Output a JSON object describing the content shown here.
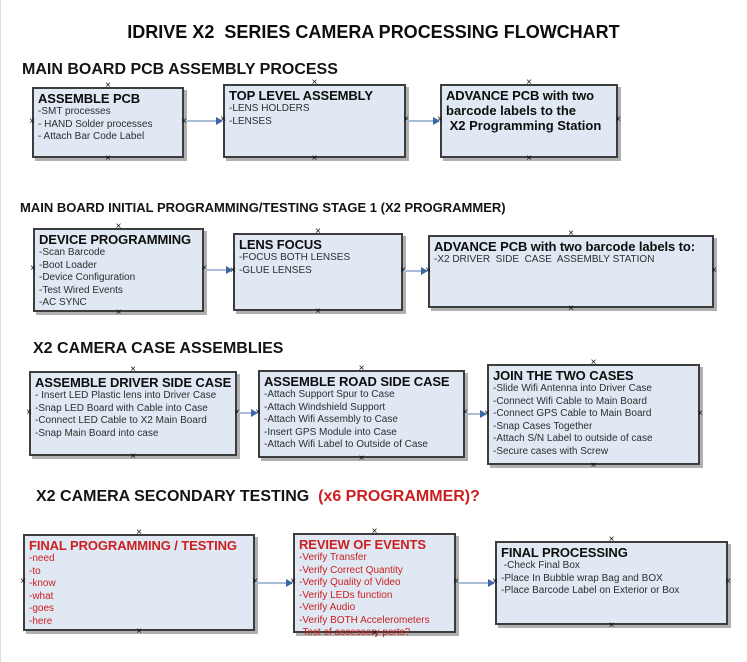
{
  "page_title": "IDRIVE X2  SERIES CAMERA PROCESSING FLOWCHART",
  "colors": {
    "box_fill": "#dfe8f3",
    "box_border": "#3d3d3d",
    "box_shadow": "#b0b0b0",
    "accent_red": "#cc1f1f",
    "arrow_line": "#a9bdd6",
    "arrow_head": "#3c66a4"
  },
  "sections": [
    {
      "heading": {
        "text": "MAIN BOARD PCB ASSEMBLY PROCESS"
      },
      "boxes": [
        {
          "title": "ASSEMBLE PCB",
          "lines": [
            "-SMT processes",
            "- HAND Solder processes",
            "- Attach Bar Code Label"
          ]
        },
        {
          "title": "TOP LEVEL ASSEMBLY",
          "lines": [
            "-LENS HOLDERS",
            "-LENSES"
          ]
        },
        {
          "title": "ADVANCE PCB with two",
          "lines": [
            "barcode labels to the",
            " X2 Programming Station"
          ]
        }
      ]
    },
    {
      "heading": {
        "text": "MAIN BOARD INITIAL PROGRAMMING/TESTING STAGE 1 (X2 PROGRAMMER)"
      },
      "boxes": [
        {
          "title": "DEVICE PROGRAMMING",
          "lines": [
            "-Scan Barcode",
            "-Boot Loader",
            "-Device Configuration",
            "-Test Wired Events",
            "-AC SYNC"
          ]
        },
        {
          "title": "LENS FOCUS",
          "lines": [
            "-FOCUS BOTH LENSES",
            "-GLUE LENSES"
          ]
        },
        {
          "title": "ADVANCE PCB with two barcode labels to:",
          "lines": [
            "-X2 DRIVER  SIDE  CASE  ASSEMBLY STATION"
          ]
        }
      ]
    },
    {
      "heading": {
        "text": "X2 CAMERA CASE ASSEMBLIES"
      },
      "boxes": [
        {
          "title": "ASSEMBLE DRIVER SIDE CASE",
          "lines": [
            "- Insert LED Plastic lens into Driver Case",
            "-Snap LED Board with Cable into Case",
            "-Connect LED Cable to X2 Main Board",
            "-Snap Main Board into case"
          ]
        },
        {
          "title": "ASSEMBLE ROAD SIDE CASE",
          "lines": [
            "-Attach Support Spur to Case",
            "-Attach Windshield Support",
            "-Attach Wifi Assembly to Case",
            "-Insert GPS Module into Case",
            "-Attach Wifi Label to Outside of Case"
          ]
        },
        {
          "title": "JOIN THE TWO CASES",
          "lines": [
            "-Slide Wifi Antenna into Driver Case",
            "-Connect Wifi Cable to Main Board",
            "-Connect GPS Cable to Main Board",
            "-Snap Cases Together",
            "-Attach S/N Label to outside of case",
            "-Secure cases with Screw"
          ]
        }
      ]
    },
    {
      "heading": {
        "text": "X2 CAMERA SECONDARY TESTING",
        "suffix": "  (x6 PROGRAMMER)?"
      },
      "boxes": [
        {
          "title": "FINAL PROGRAMMING / TESTING",
          "lines": [
            "-need",
            "-to",
            "-know",
            "-what",
            "-goes",
            "-here"
          ]
        },
        {
          "title": "REVIEW OF EVENTS",
          "lines": [
            "-Verify Transfer",
            "-Verify Correct Quantity",
            "-Verify Quality of Video",
            "-Verify LEDs function",
            "-Verify Audio",
            "-Verify BOTH Accelerometers",
            "-Test of accessory ports?"
          ]
        },
        {
          "title": "FINAL PROCESSING",
          "lines": [
            " -Check Final Box",
            "-Place In Bubble wrap Bag and BOX",
            "-Place Barcode Label on Exterior or Box"
          ]
        }
      ]
    }
  ]
}
